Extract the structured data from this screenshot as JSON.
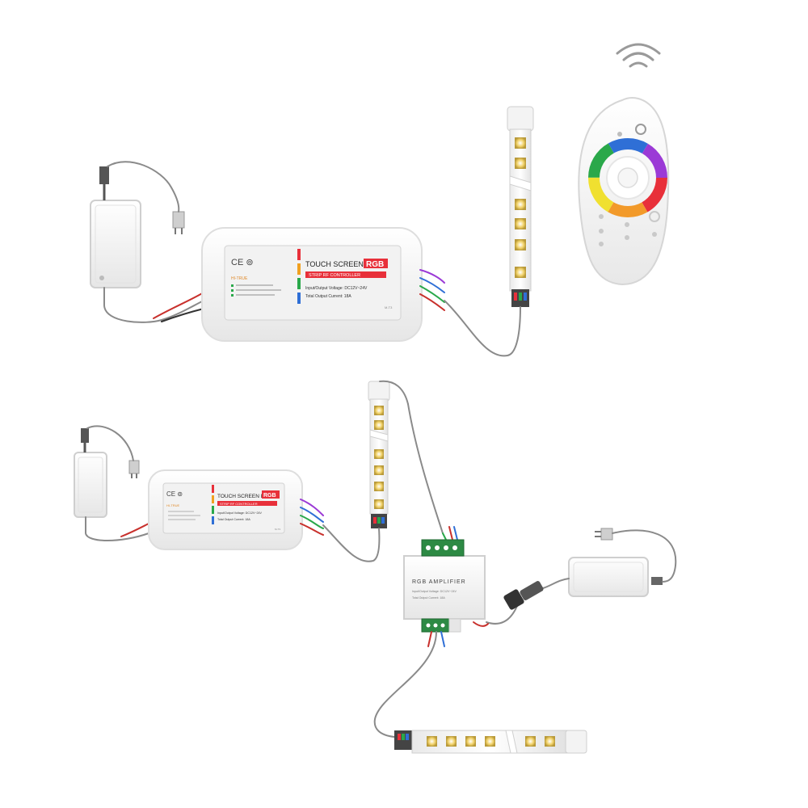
{
  "colors": {
    "rgb_red": "#e8303a",
    "rgb_green": "#2aa84a",
    "rgb_blue": "#2f6fd6",
    "wire_gray": "#8a8a8a",
    "wire_red": "#c8302c",
    "wire_dark": "#333333",
    "led_yellow": "#f2d36b",
    "device_white": "#f4f4f4",
    "label_orange": "#e08a2a"
  },
  "controller_large": {
    "title_prefix": "TOUCH SCREEN LED",
    "title_rgb": "RGB",
    "subtitle": "STRIP RF CONTROLLER",
    "brand": "HI-TRUE",
    "voltage": "Input/Output Voltage: DC12V~24V",
    "current": "Total Output Current: 18A",
    "marks": "CE ⊚",
    "model": "M-T3"
  },
  "controller_small": {
    "title_prefix": "TOUCH SCREEN LED",
    "title_rgb": "RGB",
    "subtitle": "STRIP RF CONTROLLER",
    "brand": "HI-TRUE",
    "voltage": "Input/Output Voltage: DC12V~24V",
    "current": "Total Output Current: 18A",
    "marks": "CE ⊚",
    "model": "M-T3"
  },
  "amplifier": {
    "title": "RGB AMPLIFIER",
    "line1": "Input/Output Voltage: DC12V~24V",
    "line2": "Total Output Current: 18A"
  },
  "icons": {
    "wifi": "wifi-signal-icon",
    "power_plug": "power-plug-icon",
    "remote": "touch-remote-icon"
  }
}
